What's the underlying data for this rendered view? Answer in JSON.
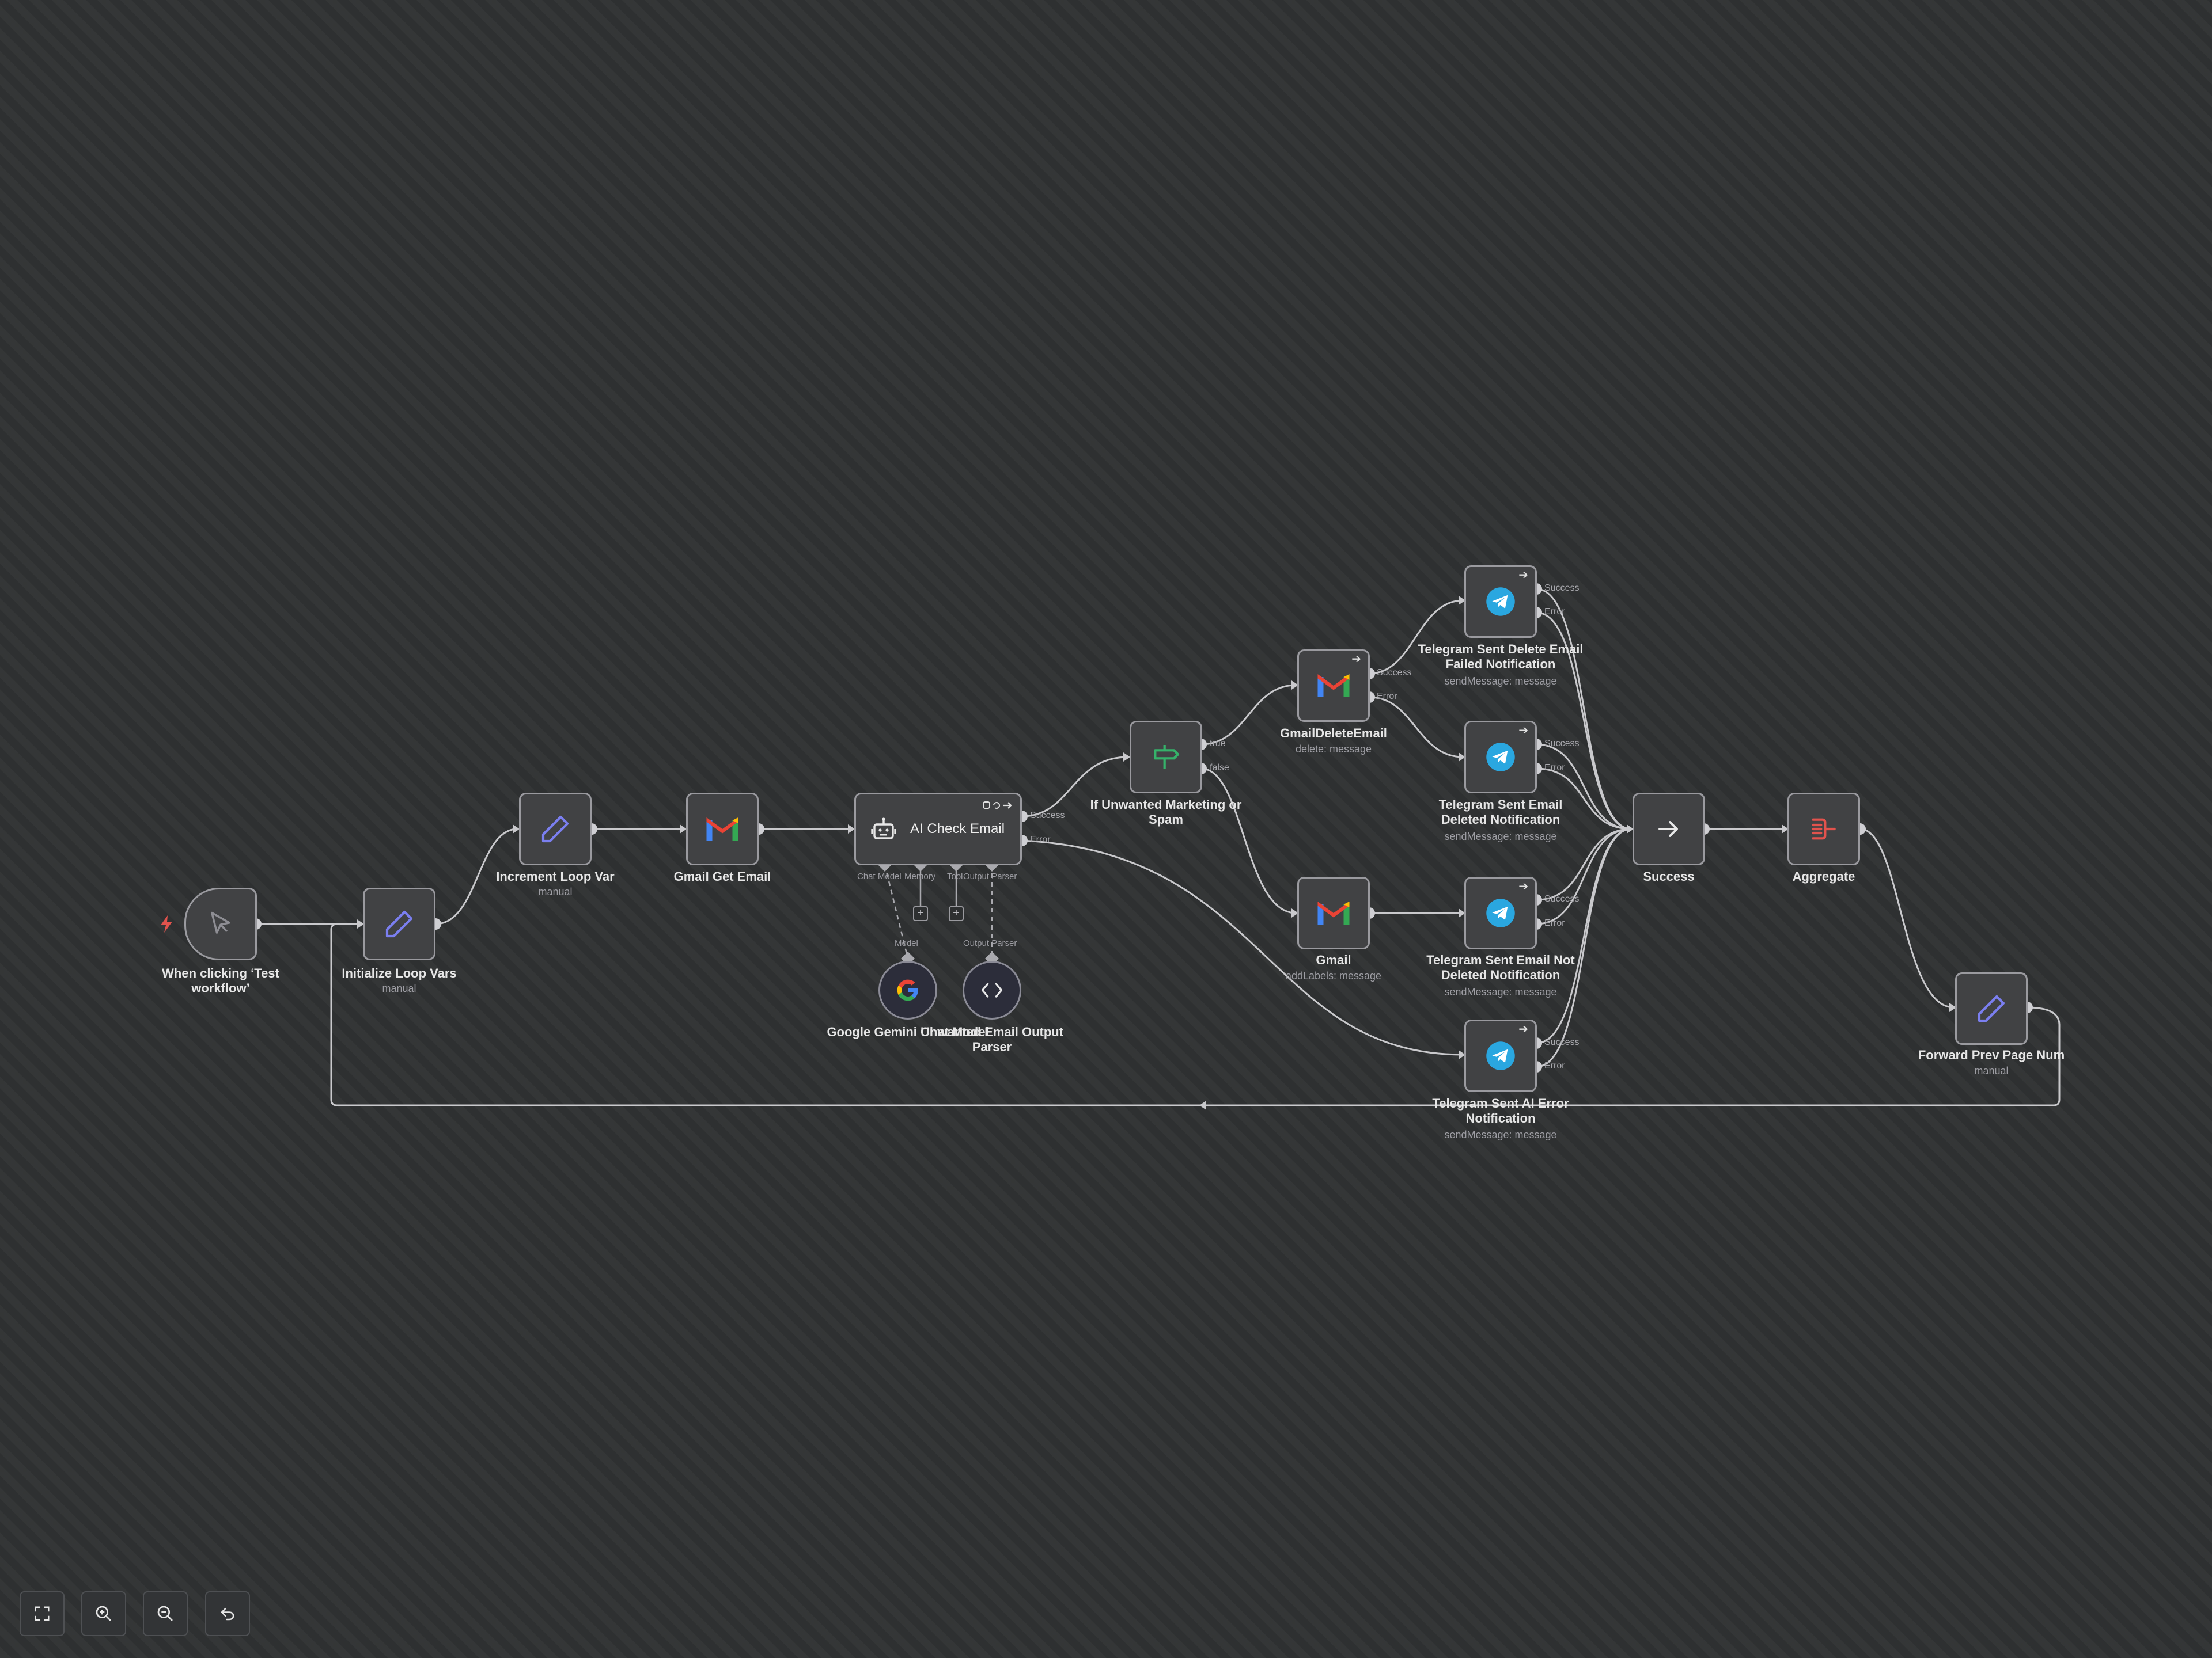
{
  "colors": {
    "background": "#2e3031",
    "node_fill": "#414244",
    "node_border": "#9a9a9f",
    "edge": "#c9c9cc",
    "trigger_bolt": "#e2534d",
    "telegram": "#2aa7e0",
    "if_green": "#35b26a",
    "set_purple": "#7b7ff0",
    "aggregate_red": "#e2534d"
  },
  "nodes": {
    "trigger": {
      "label": "When clicking ‘Test workflow’",
      "icon": "cursor-icon"
    },
    "init_vars": {
      "label": "Initialize Loop Vars",
      "sub": "manual",
      "icon": "pencil-icon"
    },
    "increment": {
      "label": "Increment Loop Var",
      "sub": "manual",
      "icon": "pencil-icon"
    },
    "gmail_get": {
      "label": "Gmail Get Email",
      "icon": "gmail-icon"
    },
    "ai_check": {
      "label": "AI Check Email",
      "icon": "robot-icon",
      "ports": {
        "success": "Success",
        "error": "Error"
      },
      "sub_ports": [
        "Chat Model",
        "Memory",
        "Tool",
        "Output Parser"
      ]
    },
    "gemini": {
      "label": "Google Gemini Chat Model",
      "port": "Model",
      "icon": "google-icon"
    },
    "parser": {
      "label": "Unwanted Email Output Parser",
      "port": "Output Parser",
      "icon": "code-icon"
    },
    "if_node": {
      "label": "If Unwanted Marketing or Spam",
      "ports": {
        "true": "true",
        "false": "false"
      },
      "icon": "signpost-icon"
    },
    "gmail_delete": {
      "label": "GmailDeleteEmail",
      "sub": "delete: message",
      "ports": {
        "success": "Success",
        "error": "Error"
      }
    },
    "gmail_label": {
      "label": "Gmail",
      "sub": "addLabels: message"
    },
    "tg_delete_failed": {
      "label": "Telegram Sent Delete Email Failed Notification",
      "sub": "sendMessage: message",
      "ports": {
        "success": "Success",
        "error": "Error"
      }
    },
    "tg_deleted": {
      "label": "Telegram Sent Email Deleted Notification",
      "sub": "sendMessage: message",
      "ports": {
        "success": "Success",
        "error": "Error"
      }
    },
    "tg_not_deleted": {
      "label": "Telegram Sent Email Not Deleted Notification",
      "sub": "sendMessage: message",
      "ports": {
        "success": "Success",
        "error": "Error"
      }
    },
    "tg_ai_error": {
      "label": "Telegram Sent AI Error Notification",
      "sub": "sendMessage: message",
      "ports": {
        "success": "Success",
        "error": "Error"
      }
    },
    "success": {
      "label": "Success",
      "icon": "arrow-right-icon"
    },
    "aggregate": {
      "label": "Aggregate",
      "icon": "aggregate-icon"
    },
    "forward": {
      "label": "Forward Prev Page Num",
      "sub": "manual",
      "icon": "pencil-icon"
    }
  },
  "toolbar": {
    "fit": "fit-view-icon",
    "zoom_in": "zoom-in-icon",
    "zoom_out": "zoom-out-icon",
    "reset": "undo-icon"
  }
}
